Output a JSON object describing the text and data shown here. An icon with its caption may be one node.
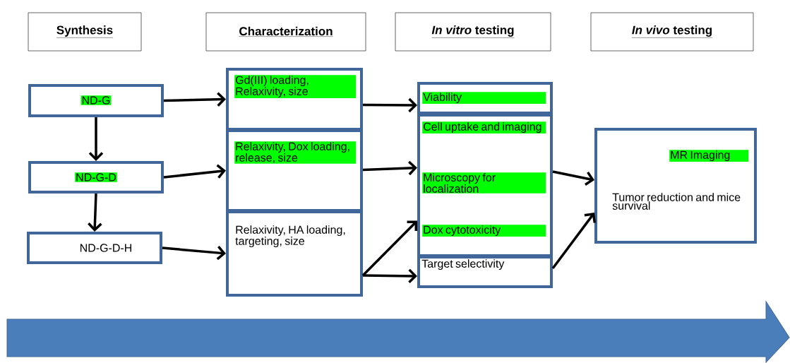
{
  "diagram": {
    "nodes": [
      {
        "text": [
          "Synthesis"
        ]
      },
      {
        "text": [
          "Characterization"
        ]
      },
      {
        "text": [
          "*In vitro* testing"
        ]
      },
      {
        "text": [
          "*In vivo* testing"
        ]
      },
      {
        "text": [
          "ND-G"
        ]
      },
      {
        "text": [
          "ND-G-D"
        ]
      },
      {
        "text": [
          "ND-G-D-H"
        ]
      },
      {
        "text": [
          "Gd(III) loading, Relaxivity, size"
        ]
      },
      {
        "text": [
          "Relaxivity, Dox loading, release, size"
        ]
      },
      {
        "text": [
          "Relaxivity, HA loading, targeting, size"
        ]
      },
      {
        "text": [
          "Viability"
        ]
      },
      {
        "text": [
          "Cell uptake and imaging",
          "Microscopy for localization",
          "Dox cytotoxicity"
        ]
      },
      {
        "text": [
          "Target selectivity"
        ]
      },
      {
        "text": [
          "MR Imaging",
          "Tumor reduction and mice survival"
        ]
      }
    ],
    "edges": [
      {
        "from": 4,
        "to": 5,
        "arrow": "to"
      },
      {
        "from": 5,
        "to": 6,
        "arrow": "to"
      },
      {
        "from": 4,
        "to": 7,
        "arrow": "to"
      },
      {
        "from": 5,
        "to": 8,
        "arrow": "to"
      },
      {
        "from": 6,
        "to": 9,
        "arrow": "to"
      },
      {
        "from": 7,
        "to": 10,
        "arrow": "to"
      },
      {
        "from": 8,
        "to": 11,
        "arrow": "to"
      },
      {
        "from": 9,
        "to": 11,
        "arrow": "to"
      },
      {
        "from": 9,
        "to": 12,
        "arrow": "to"
      },
      {
        "from": 11,
        "to": 13,
        "arrow": "to"
      },
      {
        "from": 12,
        "to": 13,
        "arrow": "to"
      }
    ]
  }
}
